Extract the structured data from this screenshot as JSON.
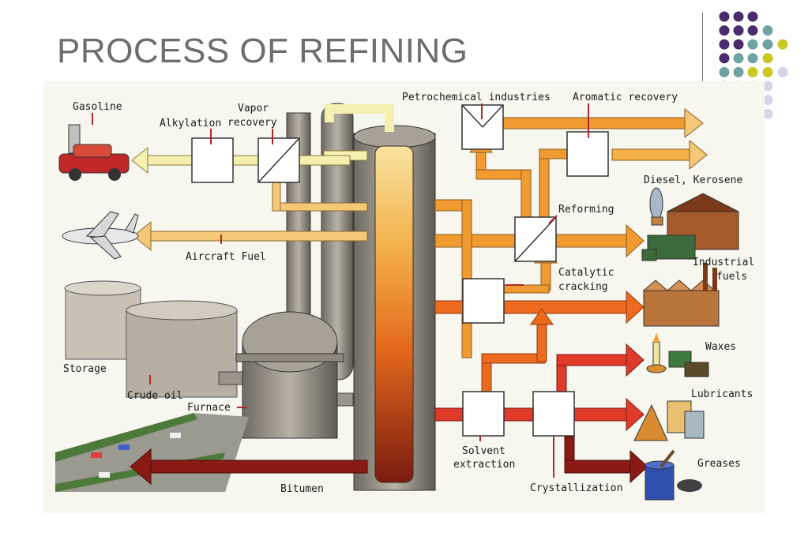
{
  "slide": {
    "title": "PROCESS OF REFINING",
    "dot_colors": {
      "purple": "#4b2a6e",
      "teal": "#6fa3a3",
      "olive": "#c9c81e",
      "lavender": "#d6d3ea"
    }
  },
  "diagram": {
    "labels": {
      "gasoline": "Gasoline",
      "alkylation": "Alkylation",
      "vapor_recovery_1": "Vapor",
      "vapor_recovery_2": "recovery",
      "petrochemical": "Petrochemical industries",
      "aromatic": "Aromatic recovery",
      "diesel": "Diesel, Kerosene",
      "reforming": "Reforming",
      "aircraft_fuel": "Aircraft Fuel",
      "industrial_1": "Industrial",
      "industrial_2": "fuels",
      "catalytic_1": "Catalytic",
      "catalytic_2": "cracking",
      "storage": "Storage",
      "crude_oil": "Crude oil",
      "waxes": "Waxes",
      "furnace": "Furnace",
      "lubricants": "Lubricants",
      "solvent_1": "Solvent",
      "solvent_2": "extraction",
      "greases": "Greases",
      "crystallization": "Crystallization",
      "bitumen": "Bitumen"
    },
    "stream_colors": {
      "light": "#f5f0b0",
      "pale_orange": "#f5c878",
      "orange": "#f09a30",
      "deep_orange": "#ee6a1e",
      "red": "#e03a2a",
      "dark_red": "#8a1a14"
    }
  }
}
